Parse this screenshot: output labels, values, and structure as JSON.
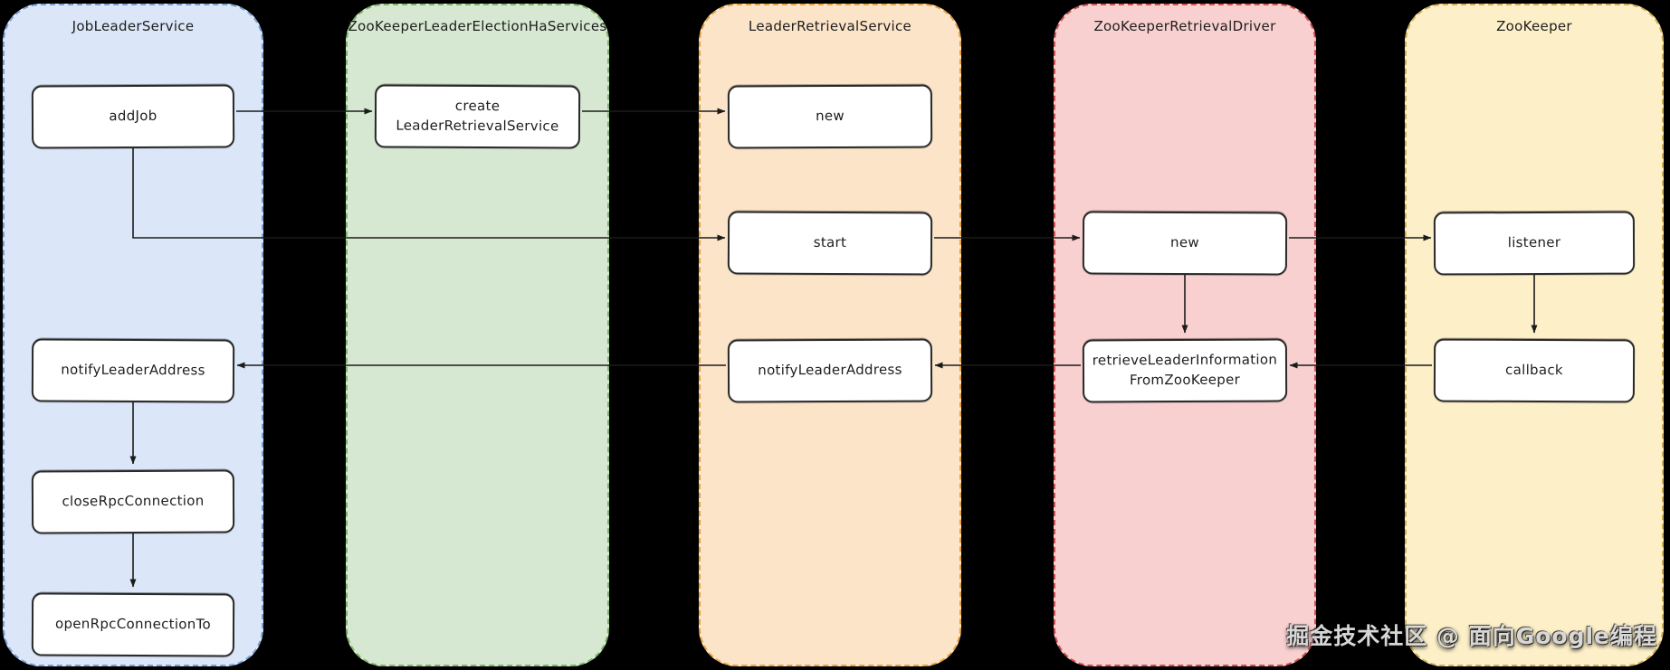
{
  "watermark": "掘金技术社区 @ 面向Google编程",
  "colors": {
    "background": "#000000",
    "node_fill": "#ffffff",
    "node_border": "#2a2a2a",
    "arrow": "#1b1b1b",
    "text": "#1d1d1d"
  },
  "lanes": [
    {
      "title": "JobLeaderService",
      "fill": "#dbe7f8",
      "border": "#7b9fd4",
      "boxes": [
        {
          "label": "addJob"
        },
        {
          "label": "notifyLeaderAddress"
        },
        {
          "label": "closeRpcConnection"
        },
        {
          "label": "openRpcConnectionTo"
        }
      ]
    },
    {
      "title": "ZooKeeperLeaderElectionHaServices",
      "fill": "#d7e8d2",
      "border": "#7eb46c",
      "boxes": [
        {
          "label": "create\nLeaderRetrievalService"
        }
      ]
    },
    {
      "title": "LeaderRetrievalService",
      "fill": "#fce4c9",
      "border": "#e8a33d",
      "boxes": [
        {
          "label": "new"
        },
        {
          "label": "start"
        },
        {
          "label": "notifyLeaderAddress"
        }
      ]
    },
    {
      "title": "ZooKeeperRetrievalDriver",
      "fill": "#f9d0d0",
      "border": "#cf4f4f",
      "boxes": [
        {
          "label": "new"
        },
        {
          "label": "retrieveLeaderInformation\nFromZooKeeper"
        }
      ]
    },
    {
      "title": "ZooKeeper",
      "fill": "#fdf0c9",
      "border": "#d2b054",
      "boxes": [
        {
          "label": "listener"
        },
        {
          "label": "callback"
        }
      ]
    }
  ]
}
